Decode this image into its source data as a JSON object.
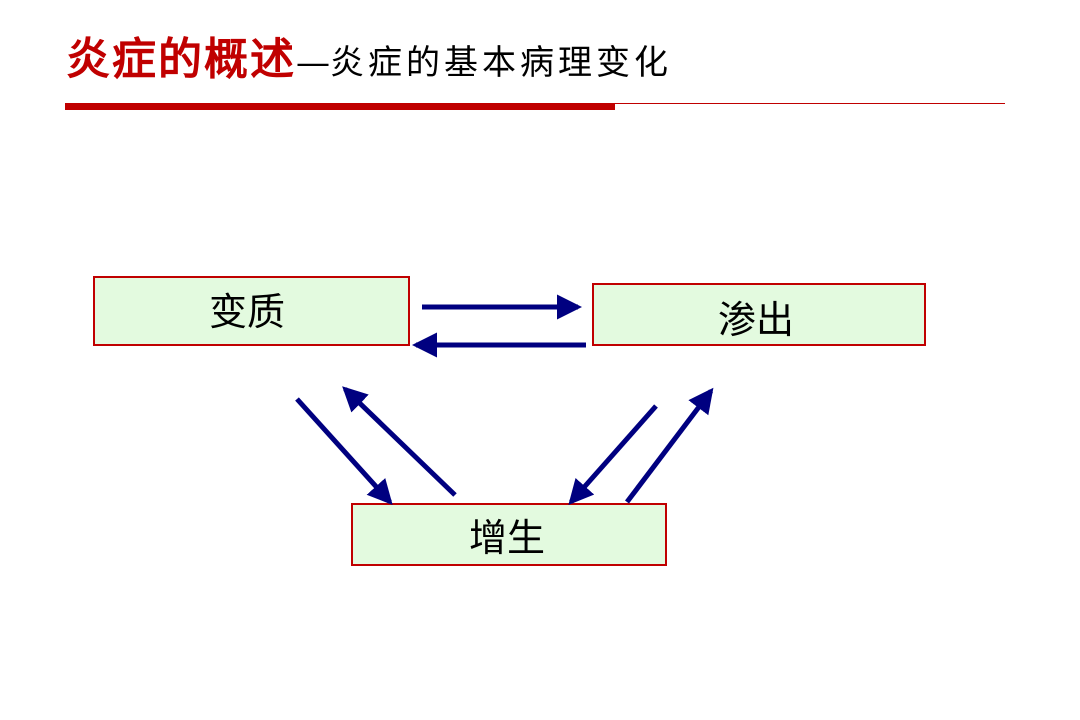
{
  "slide": {
    "title_main": "炎症的概述",
    "title_dash": "—",
    "title_sub": "炎症的基本病理变化"
  },
  "diagram": {
    "nodes": {
      "alteration": "变质",
      "exudation": "渗出",
      "proliferation": "增生"
    },
    "edges": [
      {
        "from": "alteration",
        "to": "exudation"
      },
      {
        "from": "exudation",
        "to": "alteration"
      },
      {
        "from": "alteration",
        "to": "proliferation"
      },
      {
        "from": "proliferation",
        "to": "alteration"
      },
      {
        "from": "exudation",
        "to": "proliferation"
      },
      {
        "from": "proliferation",
        "to": "exudation"
      }
    ]
  },
  "colors": {
    "title_red": "#c00000",
    "box_fill": "#e3fadf",
    "box_border": "#c00000",
    "arrow": "#000080"
  }
}
